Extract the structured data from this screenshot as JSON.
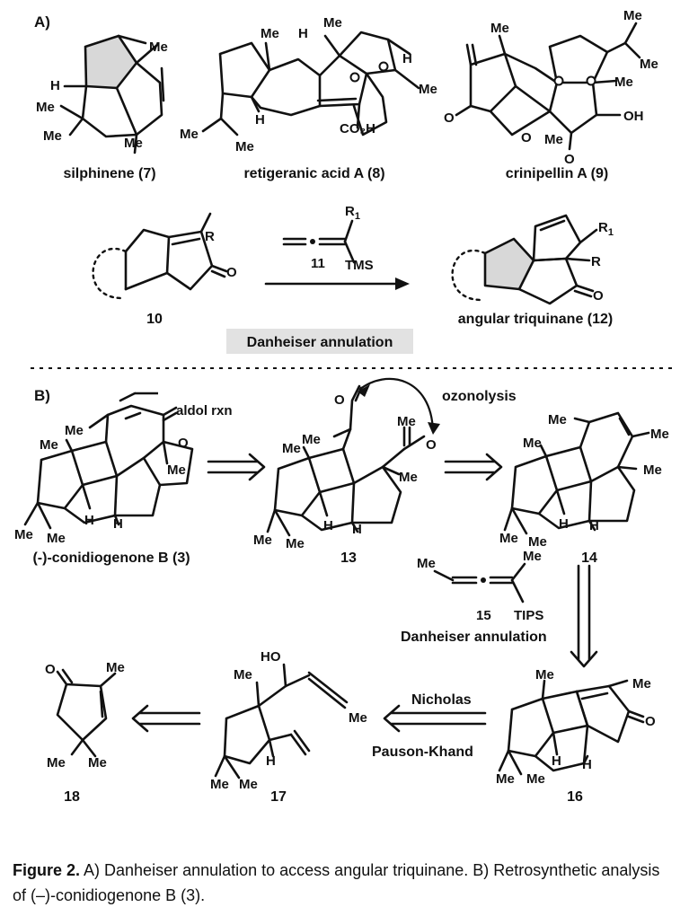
{
  "panel_a": {
    "label": "A)",
    "compounds": [
      {
        "name": "silphinene  (7)"
      },
      {
        "name": "retigeranic acid A (8)"
      },
      {
        "name": "crinipellin A (9)"
      }
    ],
    "reaction": {
      "substrate": "10",
      "reagent": "11",
      "reagent_tms": "TMS",
      "reagent_r": "R",
      "reagent_r_sub": "1",
      "product": "angular triquinane (12)",
      "method": "Danheiser annulation"
    }
  },
  "panel_b": {
    "label": "B)",
    "compounds": [
      {
        "name": "(-)-conidiogenone B (3)"
      },
      {
        "name": "13"
      },
      {
        "name": "14"
      },
      {
        "name": "16"
      },
      {
        "name": "17"
      },
      {
        "name": "18"
      }
    ],
    "annotations": {
      "aldol": "aldol rxn",
      "ozonolysis": "ozonolysis",
      "reagent15": "15",
      "reagent15_silyl": "TIPS",
      "danheiser": "Danheiser annulation",
      "nicholas": "Nicholas",
      "pauson": "Pauson-Khand"
    }
  },
  "atoms": {
    "me": "Me",
    "h": "H",
    "o": "O",
    "oh": "OH",
    "ho": "HO",
    "r": "R",
    "co2h": "CO₂H"
  },
  "caption": {
    "label": "Figure 2.",
    "text": " A) Danheiser annulation to access angular triquinane. B) Retrosynthetic analysis of (–)-conidiogenone B (3)."
  }
}
